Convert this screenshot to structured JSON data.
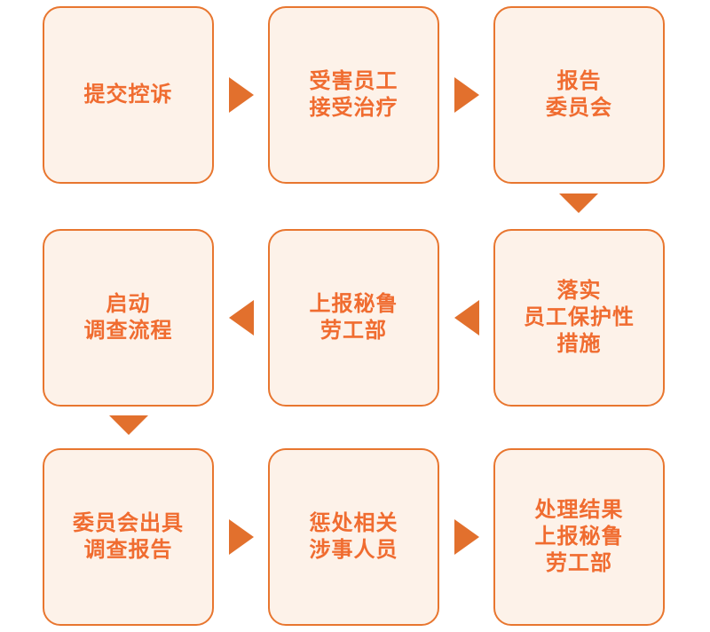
{
  "diagram_type": "flowchart",
  "colors": {
    "box_fill": "#FDF2E9",
    "box_border": "#E8762F",
    "text_color": "#F06C30",
    "arrow_color": "#E2702D",
    "bg": "#FFFFFF"
  },
  "nodes": [
    {
      "id": 1,
      "lines": [
        "提交控诉"
      ]
    },
    {
      "id": 2,
      "lines": [
        "受害员工",
        "接受治疗"
      ]
    },
    {
      "id": 3,
      "lines": [
        "报告",
        "委员会"
      ]
    },
    {
      "id": 4,
      "lines": [
        "落实",
        "员工保护性",
        "措施"
      ]
    },
    {
      "id": 5,
      "lines": [
        "上报秘鲁",
        "劳工部"
      ]
    },
    {
      "id": 6,
      "lines": [
        "启动",
        "调查流程"
      ]
    },
    {
      "id": 7,
      "lines": [
        "委员会出具",
        "调查报告"
      ]
    },
    {
      "id": 8,
      "lines": [
        "惩处相关",
        "涉事人员"
      ]
    },
    {
      "id": 9,
      "lines": [
        "处理结果",
        "上报秘鲁",
        "劳工部"
      ]
    }
  ],
  "arrows": [
    {
      "dir": "right",
      "from": 1,
      "to": 2
    },
    {
      "dir": "right",
      "from": 2,
      "to": 3
    },
    {
      "dir": "down",
      "from": 3,
      "to": 4
    },
    {
      "dir": "left",
      "from": 4,
      "to": 5
    },
    {
      "dir": "left",
      "from": 5,
      "to": 6
    },
    {
      "dir": "down",
      "from": 6,
      "to": 7
    },
    {
      "dir": "right",
      "from": 7,
      "to": 8
    },
    {
      "dir": "right",
      "from": 8,
      "to": 9
    }
  ]
}
